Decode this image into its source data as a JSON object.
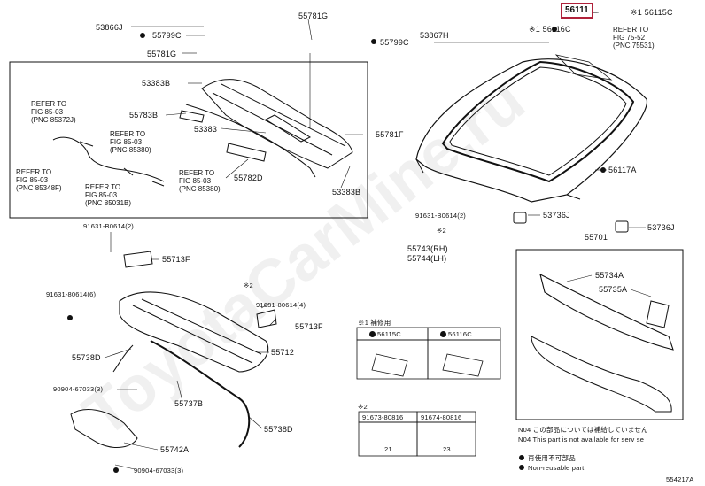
{
  "labels": {
    "p53866J": "53866J",
    "p55799C_top": "55799C",
    "p55781G_top": "55781G",
    "p55781G_right": "55781G",
    "p53867H": "53867H",
    "p55799C_right": "55799C",
    "p56111": "56111",
    "p56115C_top": "※1  56115C",
    "p56116C_top": "※1  56116C",
    "p53383B_top": "53383B",
    "p55783B": "55783B",
    "p53383": "53383",
    "p55781F": "55781F",
    "p55782D": "55782D",
    "p53383B_bottom": "53383B",
    "p56117A": "56117A",
    "p91631_right": "91631-B0614(2)",
    "p53736J_left": "53736J",
    "p53736J_right": "53736J",
    "p55743": "55743(RH)",
    "p55744": "55744(LH)",
    "p55701": "55701",
    "p91631_left": "91631-B0614(2)",
    "p55713F_top": "55713F",
    "p91631_6": "91631-80614(6)",
    "mark2_a": "※2",
    "mark2_b": "※2",
    "p91631_4": "91631-80614(4)",
    "p55713F_bottom": "55713F",
    "p55734A": "55734A",
    "p55735A": "55735A",
    "p55738D_left": "55738D",
    "p55712": "55712",
    "p90904_top": "90904-67033(3)",
    "p55737B": "55737B",
    "p55738D_right": "55738D",
    "p55742A": "55742A",
    "p90904_bottom": "90904-67033(3)",
    "diagram_no": "554217A"
  },
  "refs": {
    "r1": "REFER TO\nFIG 85-03\n(PNC 85372J)",
    "r2": "REFER TO\nFIG 85-03\n(PNC 85380)",
    "r3": "REFER TO\nFIG 85-03\n(PNC 85348F)",
    "r4": "REFER TO\nFIG 85-03\n(PNC 85031B)",
    "r5": "REFER TO\nFIG 85-03\n(PNC 85380)",
    "r6": "REFER TO\nFIG 75-52\n(PNC 75531)"
  },
  "legend": {
    "title1": "※1 補修用",
    "c1": "56115C",
    "c2": "56116C",
    "title2": "※2",
    "s1": "91673-80816",
    "s2": "91674-80816",
    "dim1": "21",
    "dim2": "23",
    "note1": "N04 この部品については補給していません",
    "note2": "N04 This part is not available for serv se",
    "note3": "再使用不可部品",
    "note4": "Non-reusable part"
  },
  "watermark": "ToyotaCarMine.ru",
  "colors": {
    "highlight": "#b0213a",
    "line": "#111111"
  }
}
